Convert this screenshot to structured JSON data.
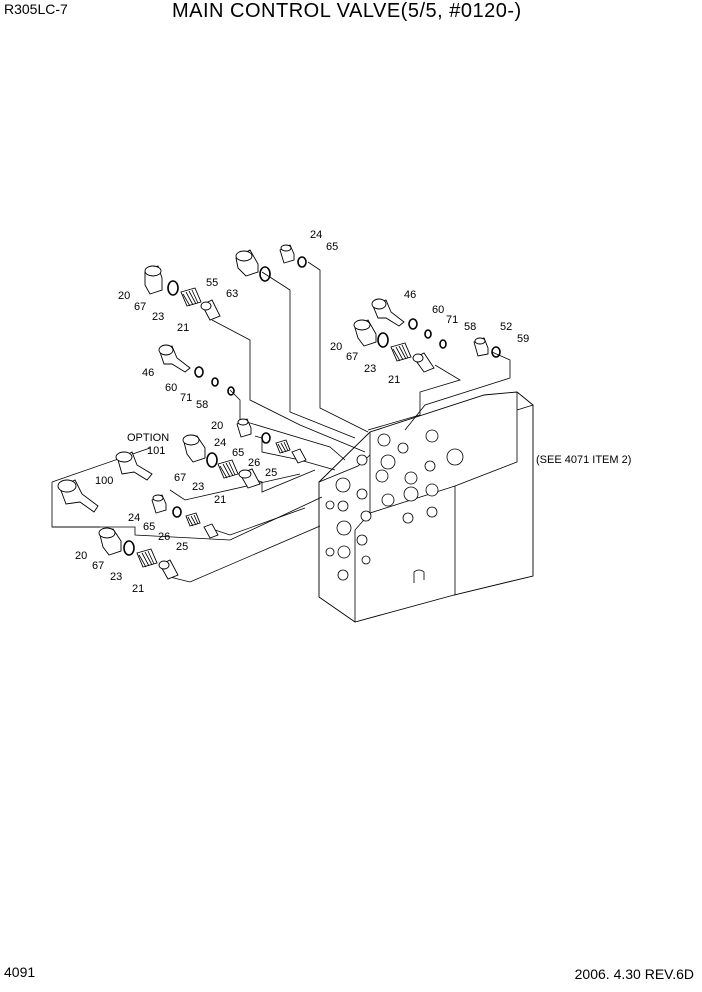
{
  "header": {
    "model": "R305LC-7",
    "title": "MAIN CONTROL VALVE(5/5, #0120-)"
  },
  "footer": {
    "page_number": "4091",
    "revision": "2006. 4.30  REV.6D"
  },
  "diagram": {
    "option_label": "OPTION",
    "reference_note": "(SEE 4071 ITEM 2)",
    "callouts": {
      "n24": "24",
      "n65": "65",
      "n55": "55",
      "n63": "63",
      "n20": "20",
      "n67": "67",
      "n23": "23",
      "n21": "21",
      "n46": "46",
      "n60": "60",
      "n71": "71",
      "n58": "58",
      "n52": "52",
      "n59": "59",
      "n26": "26",
      "n25": "25",
      "n101": "101",
      "n100": "100"
    }
  }
}
